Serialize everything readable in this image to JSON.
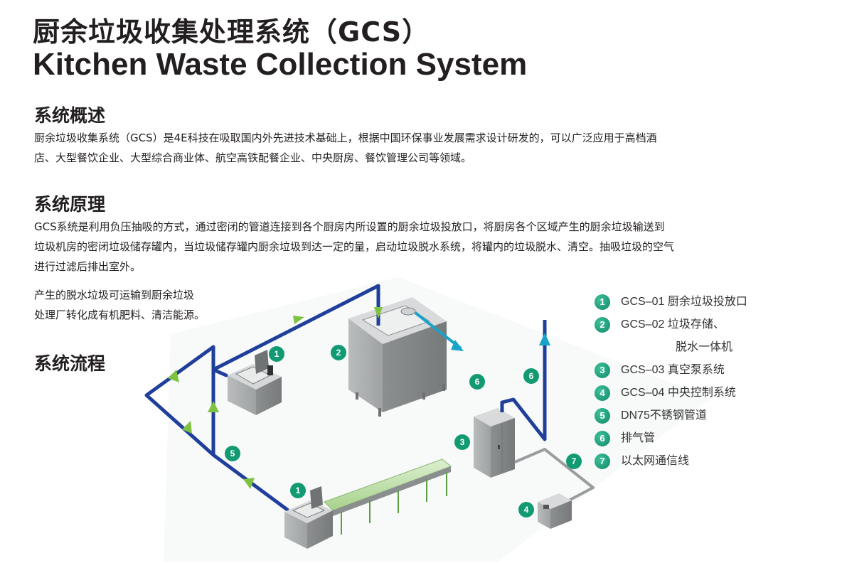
{
  "header": {
    "title_cn": "厨余垃圾收集处理系统（GCS）",
    "title_en": "Kitchen Waste Collection System"
  },
  "overview": {
    "heading": "系统概述",
    "lines": [
      "厨余垃圾收集系统（GCS）是4E科技在吸取国内外先进技术基础上，根据中国环保事业发展需求设计研发的，可以广泛应用于高档酒",
      "店、大型餐饮企业、大型综合商业体、航空高铁配餐企业、中央厨房、餐饮管理公司等领域。"
    ]
  },
  "principle": {
    "heading": "系统原理",
    "lines": [
      "GCS系统是利用负压抽吸的方式，通过密闭的管道连接到各个厨房内所设置的厨余垃圾投放口，将厨房各个区域产生的厨余垃圾输送到",
      "垃圾机房的密闭垃圾储存罐内，当垃圾储存罐内厨余垃圾到达一定的量，启动垃圾脱水系统，将罐内的垃圾脱水、清空。抽吸垃圾的空气",
      "进行过滤后排出室外。",
      "产生的脱水垃圾可运输到厨余垃圾",
      "处理厂转化成有机肥料、清洁能源。"
    ]
  },
  "process": {
    "heading": "系统流程"
  },
  "diagram": {
    "markers": [
      "1",
      "2",
      "1",
      "3",
      "4",
      "5",
      "6",
      "6",
      "7"
    ],
    "colors": {
      "pipe": "#1f3f9a",
      "arrow": "#7ec242",
      "exhaust": "#1aa3c8",
      "marker": "#129a73",
      "equipment": "#a9acad",
      "cable": "#9a9c9e"
    }
  },
  "legend": {
    "items": [
      {
        "num": "1",
        "text": "GCS–01 厨余垃圾投放口"
      },
      {
        "num": "2",
        "text": "GCS–02 垃圾存储、"
      },
      {
        "num": "",
        "text": "脱水一体机"
      },
      {
        "num": "3",
        "text": "GCS–03 真空泵系统"
      },
      {
        "num": "4",
        "text": "GCS–04 中央控制系统"
      },
      {
        "num": "5",
        "text": "DN75不锈钢管道"
      },
      {
        "num": "6",
        "text": "排气管"
      },
      {
        "num": "7",
        "text": "以太网通信线"
      }
    ]
  }
}
